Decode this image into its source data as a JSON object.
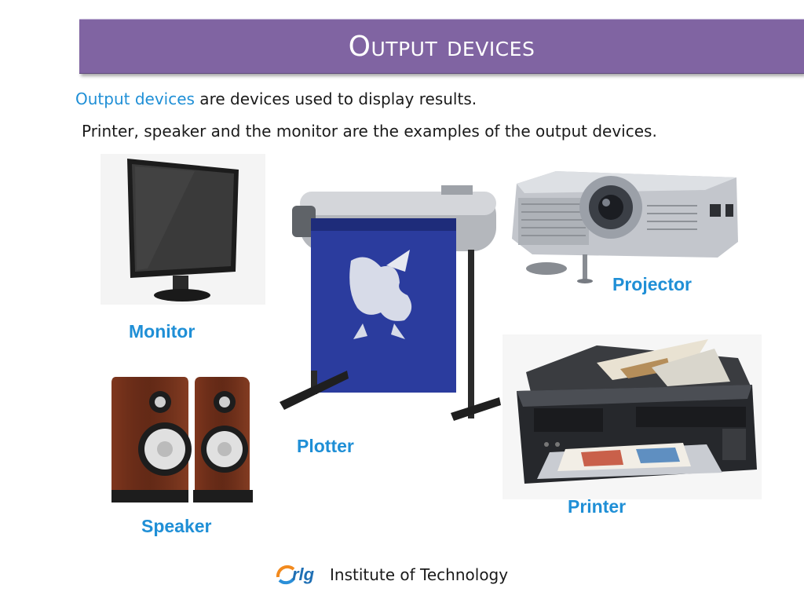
{
  "slide": {
    "title": "Output devices",
    "intro_highlight": "Output devices",
    "intro_rest": " are devices used to display results.",
    "examples_line": "Printer,  speaker and the monitor are the examples of the output devices."
  },
  "devices": {
    "monitor": "Monitor",
    "plotter": "Plotter",
    "projector": "Projector",
    "speaker": "Speaker",
    "printer": "Printer"
  },
  "footer": {
    "logo_text": "rlg",
    "institute": "Institute of Technology"
  },
  "colors": {
    "title_bar": "#8064a2",
    "caption": "#1f8fd6",
    "plotter_media": "#2b3c9e"
  }
}
